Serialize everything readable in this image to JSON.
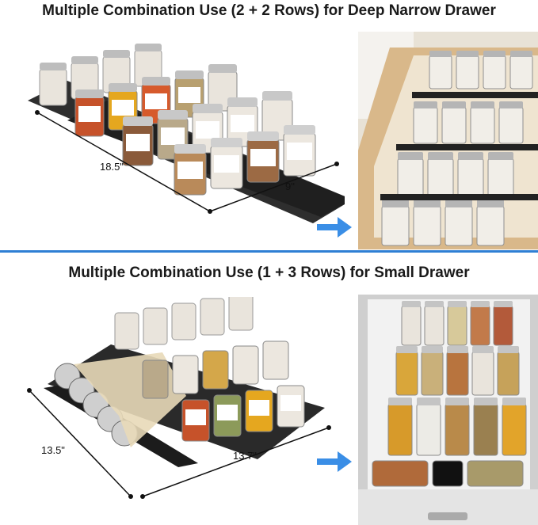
{
  "top_section": {
    "title": "Multiple Combination Use  (2 + 2 Rows) for Deep Narrow Drawer",
    "dim_length": "18.5\"",
    "dim_width": "9\""
  },
  "bottom_section": {
    "title": "Multiple Combination Use  (1 + 3 Rows) for Small Drawer",
    "dim_length": "13.5\"",
    "dim_width": "13.7\""
  },
  "colors": {
    "accent": "#2f7fd4",
    "arrow": "#3a8ee6",
    "rack": "#2a2a2a",
    "wood": "#d9b88a"
  }
}
